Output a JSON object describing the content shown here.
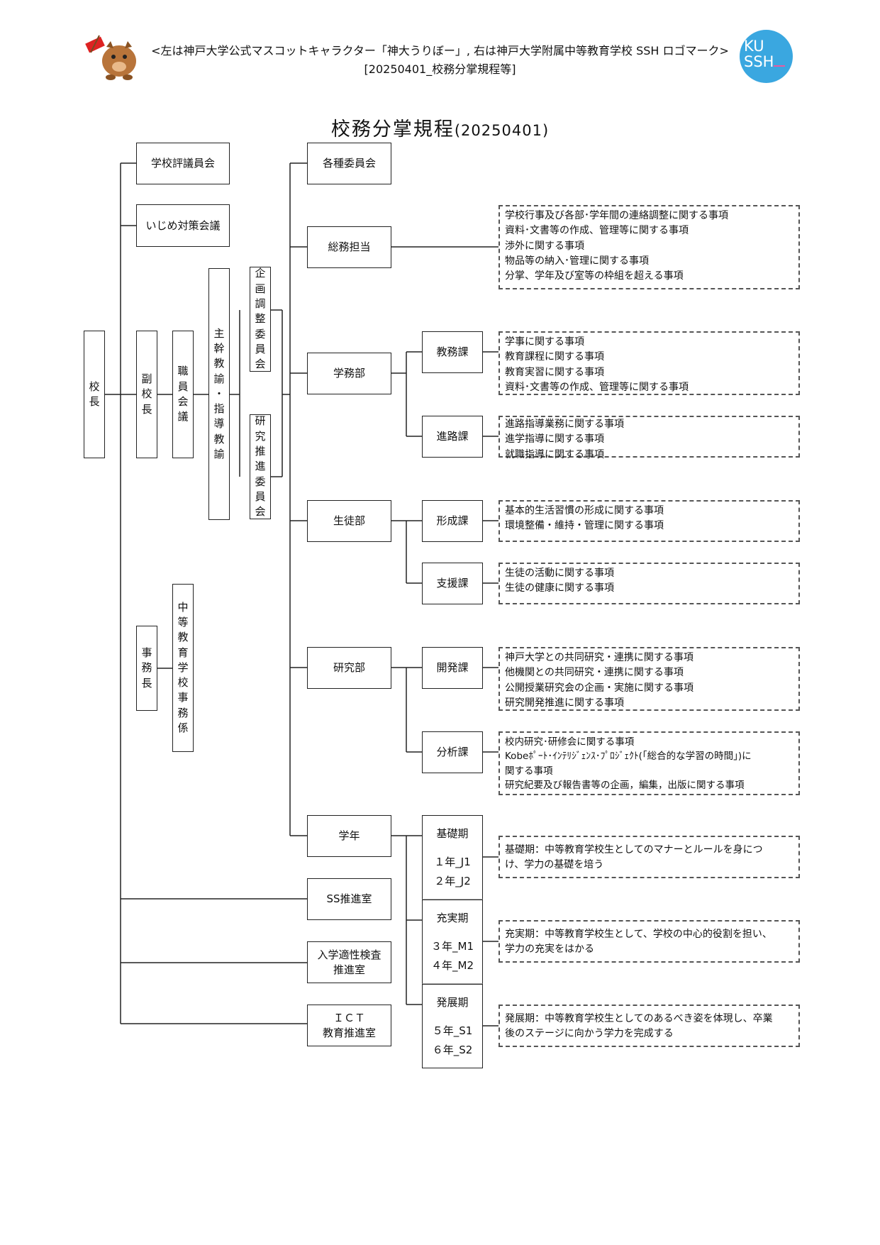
{
  "header": {
    "line1": "<左は神戸大学公式マスコットキャラクター「神大うりぼー」, 右は神戸大学附属中等教育学校 SSH ロゴマーク>",
    "line2": "[20250401_校務分掌規程等]",
    "mascot_icon": "boar-mascot-icon",
    "logo_text": "KU SSH",
    "logo_color": "#3aa7e0"
  },
  "title": {
    "main": "校務分掌規程",
    "date": "(20250401)"
  },
  "principal": {
    "label": [
      "校",
      "長"
    ]
  },
  "vice_principal": {
    "label": [
      "副",
      "校",
      "長"
    ]
  },
  "staff_meeting": {
    "label": [
      "職",
      "員",
      "会",
      "議"
    ]
  },
  "chief_teachers": {
    "label": [
      "主",
      "幹",
      "教",
      "諭",
      "・",
      "指",
      "導",
      "教",
      "諭"
    ]
  },
  "planning_committee": {
    "label": [
      "企",
      "画",
      "調",
      "整",
      "委",
      "員",
      "会"
    ]
  },
  "research_committee": {
    "label": [
      "研",
      "究",
      "推",
      "進",
      "委",
      "員",
      "会"
    ]
  },
  "office_chief": {
    "label": [
      "事",
      "務",
      "長"
    ]
  },
  "office_staff": {
    "label": [
      "中",
      "等",
      "教",
      "育",
      "学",
      "校",
      "事",
      "務",
      "係"
    ]
  },
  "left_boxes": {
    "school_council": "学校評議員会",
    "bullying": "いじめ対策会議"
  },
  "departments": {
    "committees": "各種委員会",
    "general_affairs": "総務担当",
    "academic": "学務部",
    "student": "生徒部",
    "research": "研究部",
    "grade": "学年",
    "ss_office": "SS推進室",
    "admission": [
      "入学適性検査",
      "推進室"
    ],
    "ict": [
      "ＩＣＴ",
      "教育推進室"
    ]
  },
  "sections": {
    "kyomu": "教務課",
    "shinro": "進路課",
    "keisei": "形成課",
    "shien": "支援課",
    "kaihatsu": "開発課",
    "bunseki": "分析課"
  },
  "duties": {
    "general_affairs": [
      "学校行事及び各部･学年間の連絡調整に関する事項",
      "資料･文書等の作成、管理等に関する事項",
      "渉外に関する事項",
      "物品等の納入･管理に関する事項",
      "分掌、学年及び室等の枠組を超える事項"
    ],
    "kyomu": [
      "学事に関する事項",
      "教育課程に関する事項",
      "教育実習に関する事項",
      "資料･文書等の作成、管理等に関する事項"
    ],
    "shinro": [
      "進路指導業務に関する事項",
      "進学指導に関する事項",
      "就職指導に関する事項"
    ],
    "keisei": [
      "基本的生活習慣の形成に関する事項",
      "環境整備・維持・管理に関する事項"
    ],
    "shien": [
      "生徒の活動に関する事項",
      "生徒の健康に関する事項"
    ],
    "kaihatsu": [
      "神戸大学との共同研究・連携に関する事項",
      "他機関との共同研究・連携に関する事項",
      "公開授業研究会の企画・実施に関する事項",
      "研究開発推進に関する事項"
    ],
    "bunseki": [
      "校内研究･研修会に関する事項",
      "Kobeﾎﾟｰﾄ･ｲﾝﾃﾘｼﾞｪﾝｽ･ﾌﾟﾛｼﾞｪｸﾄ(「総合的な学習の時間」)に",
      "関する事項",
      "研究紀要及び報告書等の企画，編集，出版に関する事項"
    ]
  },
  "stages": [
    {
      "name": "基礎期",
      "years": [
        "１年_J1",
        "２年_J2"
      ],
      "desc": [
        "基礎期：中等教育学校生としてのマナーとルールを身につ",
        "け、学力の基礎を培う"
      ]
    },
    {
      "name": "充実期",
      "years": [
        "３年_M1",
        "４年_M2"
      ],
      "desc": [
        "充実期：中等教育学校生として、学校の中心的役割を担い、",
        "学力の充実をはかる"
      ]
    },
    {
      "name": "発展期",
      "years": [
        "５年_S1",
        "６年_S2"
      ],
      "desc": [
        "発展期：中等教育学校生としてのあるべき姿を体現し、卒業",
        "後のステージに向かう学力を完成する"
      ]
    }
  ]
}
